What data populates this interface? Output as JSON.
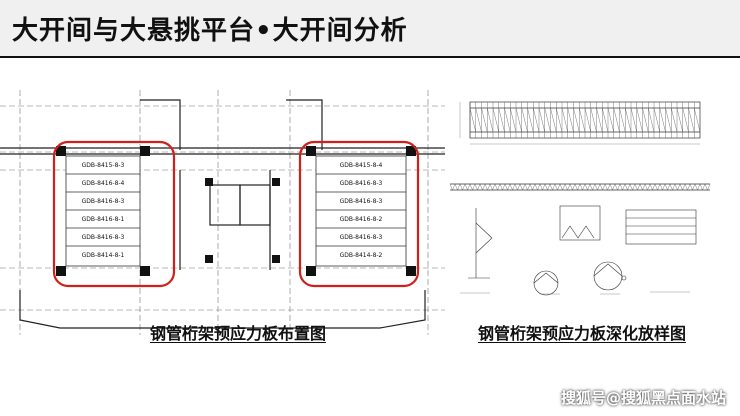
{
  "header": {
    "title": "大开间与大悬挑平台•大开间分析"
  },
  "left_panel": {
    "caption": "钢管桁架预应力板布置图",
    "left_block_labels": [
      "GDB-8415-8-3",
      "GDB-8416-8-4",
      "GDB-8416-8-3",
      "GDB-8416-8-1",
      "GDB-8416-8-3",
      "GDB-8414-8-1"
    ],
    "right_block_labels": [
      "GDB-8415-8-4",
      "GDB-8416-8-3",
      "GDB-8416-8-3",
      "GDB-8416-8-2",
      "GDB-8416-8-3",
      "GDB-8414-8-2"
    ],
    "highlight_color": "#d0201a"
  },
  "right_panel": {
    "caption": "钢管桁架预应力板深化放样图"
  },
  "watermark": {
    "text": "搜狐号@搜狐黑点面水站"
  }
}
